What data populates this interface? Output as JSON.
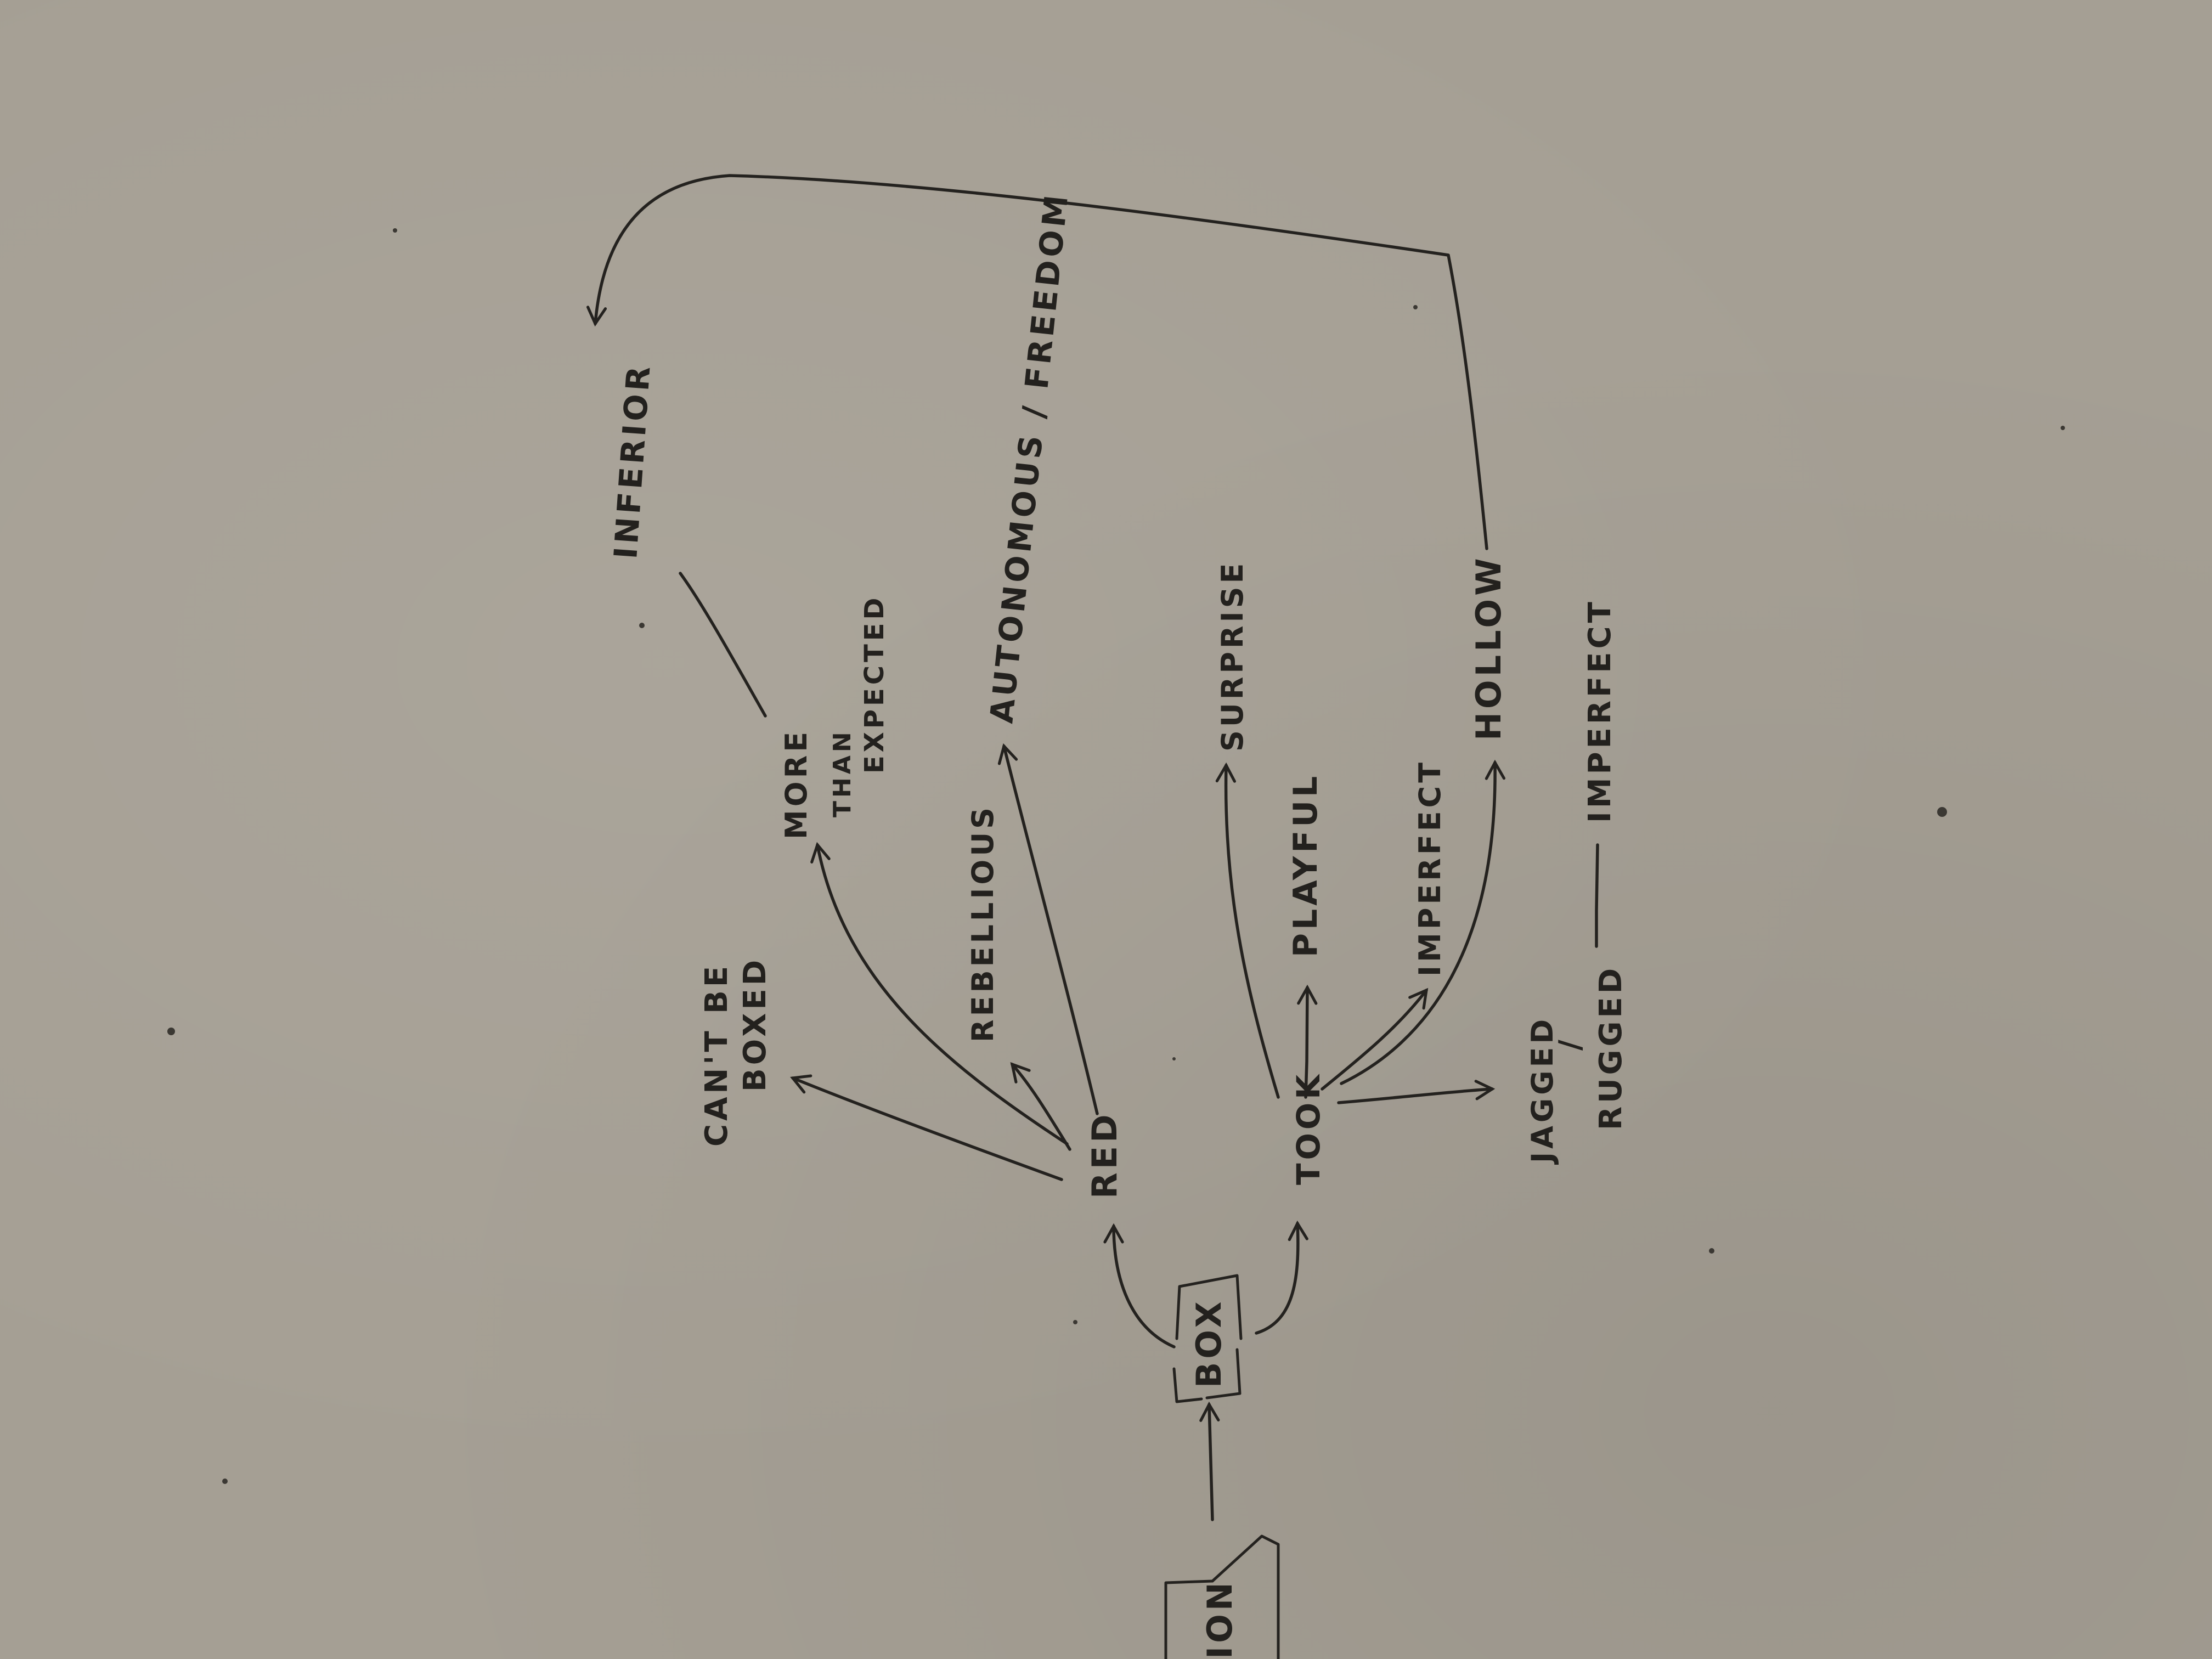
{
  "diagram": {
    "nodes": {
      "ion": "ION",
      "box": "BOX",
      "red": "RED",
      "took": "TOOK",
      "cant_be": "CAN'T BE",
      "boxed": "BOXED",
      "rebellious": "REBELLIOUS",
      "more": "MORE",
      "than": "THAN",
      "expected": "EXPECTED",
      "inferior": "INFERIOR",
      "autonomous_freedom": "AUTONOMOUS / FREEDOM",
      "surprise": "SURPRISE",
      "playful": "PLAYFUL",
      "imperfect_1": "IMPERFECT",
      "hollow": "HOLLOW",
      "jagged": "JAGGED",
      "slash": "/",
      "rugged": "RUGGED",
      "imperfect_2": "IMPERFECT"
    },
    "edges": [
      {
        "from": "ion",
        "to": "box"
      },
      {
        "from": "box",
        "to": "red"
      },
      {
        "from": "box",
        "to": "took"
      },
      {
        "from": "red",
        "to": "cant_be"
      },
      {
        "from": "red",
        "to": "rebellious"
      },
      {
        "from": "red",
        "to": "more"
      },
      {
        "from": "red",
        "to": "autonomous_freedom"
      },
      {
        "from": "more",
        "to": "inferior"
      },
      {
        "from": "took",
        "to": "surprise"
      },
      {
        "from": "took",
        "to": "playful"
      },
      {
        "from": "took",
        "to": "imperfect_1"
      },
      {
        "from": "took",
        "to": "hollow"
      },
      {
        "from": "took",
        "to": "jagged"
      },
      {
        "from": "rugged",
        "to": "imperfect_2"
      },
      {
        "from": "hollow",
        "to": "inferior"
      }
    ]
  }
}
